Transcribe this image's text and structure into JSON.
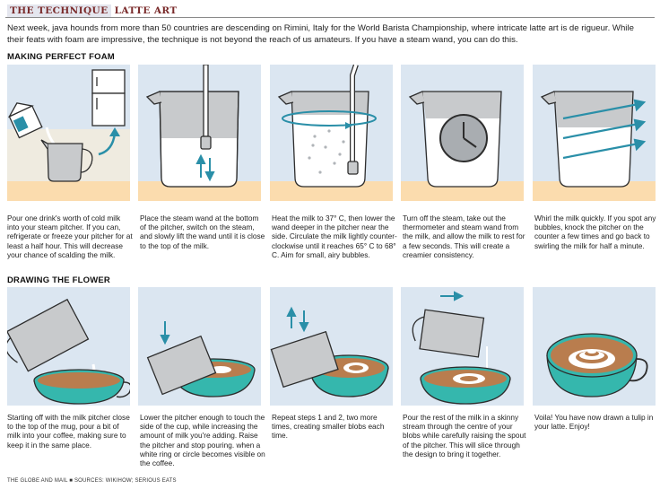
{
  "header": {
    "tag": "THE TECHNIQUE",
    "topic": "LATTE ART"
  },
  "intro": "Next week, java hounds from more than 50 countries are descending on Rimini, Italy for the World Barista Championship, where intricate latte art is de rigueur. While their feats with foam are impressive, the technique is not beyond the reach of us amateurs. If you have a steam wand, you can do this.",
  "colors": {
    "accent": "#2a8fa8",
    "cup": "#35b7ad",
    "sky": "#dbe6f1",
    "counter": "#fbdcae",
    "milk": "#ffffff",
    "coffee": "#b97d4e",
    "pitcher": "#c8cacc",
    "line": "#2d2d2d"
  },
  "section_foam": "MAKING PERFECT FOAM",
  "section_flower": "DRAWING THE FLOWER",
  "foam_steps": [
    {
      "caption": "Pour one drink's worth of cold milk into your steam pitcher. If you can, refrigerate or freeze your pitcher for at least a half hour. This will decrease your chance of scalding the milk.",
      "icons": [
        "milk-carton-icon",
        "refrigerator-icon",
        "arrow-icon"
      ]
    },
    {
      "caption": "Place the steam wand at the bottom of the pitcher, switch on the steam, and slowly lift the wand until it is close to the top of the milk.",
      "icons": [
        "steam-wand-icon",
        "up-down-arrow-icon"
      ]
    },
    {
      "caption": "Heat the milk to 37° C, then lower the wand deeper in the pitcher near the side. Circulate the milk lightly counter-clockwise until it reaches 65° C to 68° C. Aim for small, airy bubbles.",
      "icons": [
        "steam-wand-icon",
        "circular-arrow-icon"
      ]
    },
    {
      "caption": "Turn off the steam, take out the thermometer and steam wand from the milk, and allow the milk to rest for a few seconds. This will create a creamier consistency.",
      "icons": [
        "clock-icon"
      ]
    },
    {
      "caption": "Whirl the milk quickly. If you spot any bubbles, knock the pitcher on the counter a few times and go back to swirling the milk for half a minute.",
      "icons": [
        "whirl-arrows-icon"
      ]
    }
  ],
  "flower_steps": [
    {
      "caption": "Starting off with the milk pitcher close to the top of the mug, pour a bit of milk into your coffee, making sure to keep it in the same place.",
      "icons": [
        "pitcher-icon",
        "cup-icon"
      ]
    },
    {
      "caption": "Lower the pitcher enough to touch the side of the cup, while increasing the amount of milk you're adding. Raise the pitcher and stop pouring. when a white ring or circle becomes visible on the coffee.",
      "icons": [
        "down-arrow-icon",
        "pitcher-icon",
        "cup-icon"
      ]
    },
    {
      "caption": "Repeat steps 1 and 2, two more times, creating smaller blobs each time.",
      "icons": [
        "up-down-arrow-icon",
        "pitcher-icon",
        "cup-icon"
      ]
    },
    {
      "caption": "Pour the rest of the milk in a skinny stream through the centre of your blobs while carefully raising the spout of the pitcher. This will slice through the design to bring it together.",
      "icons": [
        "right-arrow-icon",
        "pitcher-icon",
        "cup-icon"
      ]
    },
    {
      "caption": "Voila! You have now drawn a tulip in your latte. Enjoy!",
      "icons": [
        "latte-tulip-icon",
        "cup-icon"
      ]
    }
  ],
  "footer": "THE GLOBE AND MAIL  ■  SOURCES: WIKIHOW; SERIOUS EATS"
}
